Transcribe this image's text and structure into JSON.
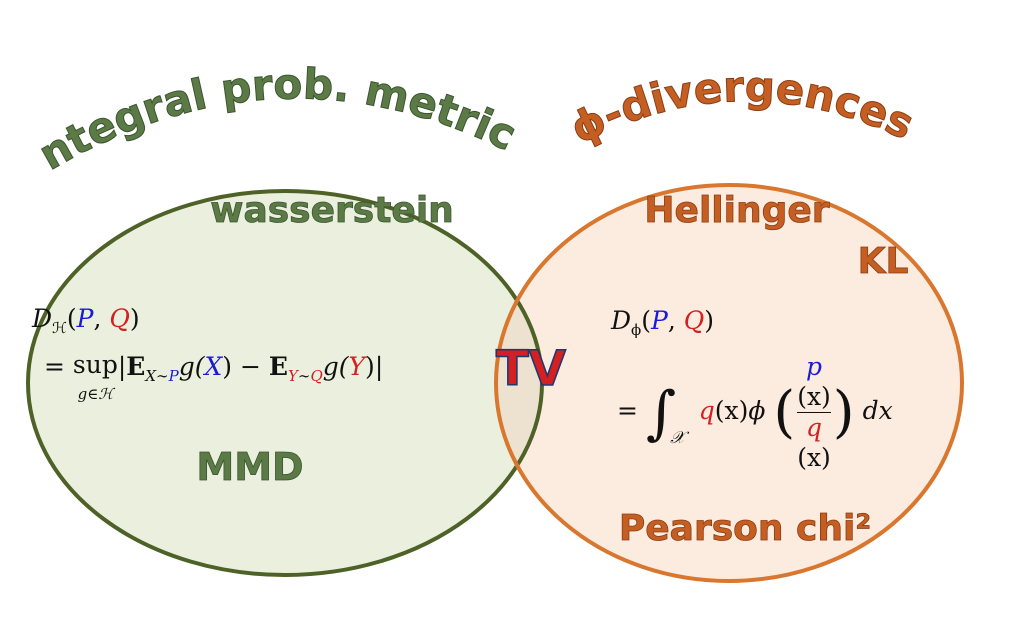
{
  "left_set": {
    "title": "Integral prob. metrics",
    "items": {
      "wasserstein": "wasserstein",
      "mmd": "MMD"
    },
    "formula": {
      "line1": {
        "D": "D",
        "sub": "ℋ",
        "open": "(",
        "P": "P",
        "comma": ",",
        "Q": "Q",
        "close": ")"
      },
      "line2": {
        "eq": "=",
        "sup": "sup",
        "sup_sub": "g∈ℋ",
        "bar_open": "|",
        "E1": "E",
        "E1_sub_X": "X",
        "E1_sub_sim": "∼",
        "E1_sub_P": "P",
        "g1": "g(",
        "X": "X",
        "g1_close": ")",
        "minus": "−",
        "E2": "E",
        "E2_sub_Y": "Y",
        "E2_sub_sim": "∼",
        "E2_sub_Q": "Q",
        "g2": "g(",
        "Y": "Y",
        "g2_close": ")",
        "bar_close": "|"
      }
    }
  },
  "right_set": {
    "title": "ϕ-divergences",
    "items": {
      "hellinger": "Hellinger",
      "kl": "KL",
      "pearson": "Pearson chi²"
    },
    "formula": {
      "line1": {
        "D": "D",
        "sub": "ϕ",
        "open": "(",
        "P": "P",
        "comma": ",",
        "Q": "Q",
        "close": ")"
      },
      "line2": {
        "eq": "=",
        "integral": "∫",
        "domain": "𝒳",
        "q": "q",
        "qx": "(x)",
        "phi": "ϕ",
        "paren_open": "(",
        "num_p": "p",
        "num_x": "(x)",
        "den_q": "q",
        "den_x": "(x)",
        "paren_close": ")",
        "dx": "dx"
      }
    }
  },
  "intersection": {
    "label": "TV"
  },
  "colors": {
    "left_stroke": "#4e6228",
    "left_fill": "#ebf0de",
    "left_text": "#5b7a46",
    "right_stroke": "#d9772f",
    "right_fill": "#fcebdf",
    "right_text": "#c55e22",
    "overlap_fill": "#ede2cf",
    "tv_fill": "#d42020",
    "tv_stroke": "#1f3870"
  }
}
